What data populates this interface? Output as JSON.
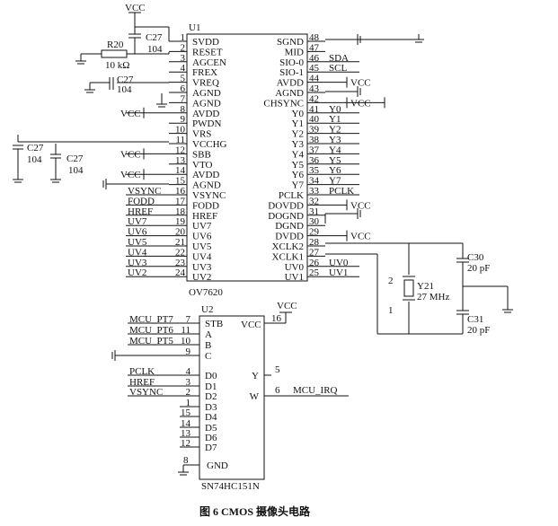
{
  "u1": {
    "ref": "U1",
    "part": "OV7620",
    "left_pins": [
      {
        "n": "1",
        "name": "SVDD"
      },
      {
        "n": "2",
        "name": "RESET"
      },
      {
        "n": "3",
        "name": "AGCEN"
      },
      {
        "n": "4",
        "name": "FREX"
      },
      {
        "n": "5",
        "name": "VREQ"
      },
      {
        "n": "6",
        "name": "AGND"
      },
      {
        "n": "7",
        "name": "AGND"
      },
      {
        "n": "8",
        "name": "AVDD"
      },
      {
        "n": "9",
        "name": "PWDN"
      },
      {
        "n": "10",
        "name": "VRS"
      },
      {
        "n": "11",
        "name": "VCCHG"
      },
      {
        "n": "12",
        "name": "SBB"
      },
      {
        "n": "13",
        "name": "VTO"
      },
      {
        "n": "14",
        "name": "AVDD"
      },
      {
        "n": "15",
        "name": "AGND"
      },
      {
        "n": "16",
        "name": "VSYNC"
      },
      {
        "n": "17",
        "name": "FODD"
      },
      {
        "n": "18",
        "name": "HREF"
      },
      {
        "n": "19",
        "name": "UV7"
      },
      {
        "n": "20",
        "name": "UV6"
      },
      {
        "n": "21",
        "name": "UV5"
      },
      {
        "n": "22",
        "name": "UV4"
      },
      {
        "n": "23",
        "name": "UV3"
      },
      {
        "n": "24",
        "name": "UV2"
      }
    ],
    "right_pins": [
      {
        "n": "48",
        "name": "SGND"
      },
      {
        "n": "47",
        "name": "MID"
      },
      {
        "n": "46",
        "name": "SIO-0"
      },
      {
        "n": "45",
        "name": "SIO-1"
      },
      {
        "n": "44",
        "name": "AVDD"
      },
      {
        "n": "43",
        "name": "AGND"
      },
      {
        "n": "42",
        "name": "CHSYNC"
      },
      {
        "n": "41",
        "name": "Y0"
      },
      {
        "n": "40",
        "name": "Y1"
      },
      {
        "n": "39",
        "name": "Y2"
      },
      {
        "n": "38",
        "name": "Y3"
      },
      {
        "n": "37",
        "name": "Y4"
      },
      {
        "n": "36",
        "name": "Y5"
      },
      {
        "n": "35",
        "name": "Y6"
      },
      {
        "n": "34",
        "name": "Y7"
      },
      {
        "n": "33",
        "name": "PCLK"
      },
      {
        "n": "32",
        "name": "DOVDD"
      },
      {
        "n": "31",
        "name": "DOGND"
      },
      {
        "n": "30",
        "name": "DGND"
      },
      {
        "n": "29",
        "name": "DVDD"
      },
      {
        "n": "28",
        "name": "XCLK2"
      },
      {
        "n": "27",
        "name": "XCLK1"
      },
      {
        "n": "26",
        "name": "UV0"
      },
      {
        "n": "25",
        "name": "UV1"
      }
    ],
    "left_nets": [
      "",
      "",
      "",
      "",
      "",
      "",
      "",
      "VCC",
      "",
      "",
      "",
      "VCC",
      "",
      "VCC",
      "",
      "VSYNC",
      "FODD",
      "HREF",
      "UV7",
      "UV6",
      "UV5",
      "UV4",
      "UV3",
      "UV2"
    ],
    "right_nets": [
      "",
      "",
      "SDA",
      "SCL",
      "VCC",
      "",
      "VCC",
      "Y0",
      "Y1",
      "Y2",
      "Y3",
      "Y4",
      "Y5",
      "Y6",
      "Y7",
      "PCLK",
      "VCC",
      "",
      "",
      "VCC",
      "",
      "",
      "UV0",
      "UV1"
    ]
  },
  "u2": {
    "ref": "U2",
    "part": "SN74HC151N",
    "vcc_pin": {
      "n": "16",
      "name": "VCC"
    },
    "gnd_pin": {
      "n": "8",
      "name": "GND"
    },
    "left_pins": [
      {
        "n": "7",
        "name": "STB",
        "net": "MCU_PT7"
      },
      {
        "n": "11",
        "name": "A",
        "net": "MCU_PT6"
      },
      {
        "n": "10",
        "name": "B",
        "net": "MCU_PT5"
      },
      {
        "n": "9",
        "name": "C",
        "net": ""
      },
      {
        "n": "4",
        "name": "D0",
        "net": "PCLK"
      },
      {
        "n": "3",
        "name": "D1",
        "net": "HREF"
      },
      {
        "n": "2",
        "name": "D2",
        "net": "VSYNC"
      },
      {
        "n": "1",
        "name": "D3",
        "net": ""
      },
      {
        "n": "15",
        "name": "D4",
        "net": ""
      },
      {
        "n": "14",
        "name": "D5",
        "net": ""
      },
      {
        "n": "13",
        "name": "D6",
        "net": ""
      },
      {
        "n": "12",
        "name": "D7",
        "net": ""
      }
    ],
    "right_pins": [
      {
        "n": "5",
        "name": "Y",
        "net": ""
      },
      {
        "n": "6",
        "name": "W",
        "net": "MCU_IRQ"
      }
    ]
  },
  "components": {
    "vcc_top": "VCC",
    "c27a_ref": "C27",
    "c27a_val": "104",
    "r20_ref": "R20",
    "r20_val": "10 kΩ",
    "c27b_ref": "C27",
    "c27b_val": "104",
    "c27c_ref": "C27",
    "c27c_val": "104",
    "c27d_ref": "C27",
    "c27d_val": "104",
    "c30_ref": "C30",
    "c30_val": "20 pF",
    "c31_ref": "C31",
    "c31_val": "20 pF",
    "y21_ref": "Y21",
    "y21_val": "27 MHz",
    "y21_pin2": "2",
    "y21_pin1": "1",
    "u2_vcc": "VCC"
  },
  "caption": "图 6   CMOS 摄像头电路"
}
